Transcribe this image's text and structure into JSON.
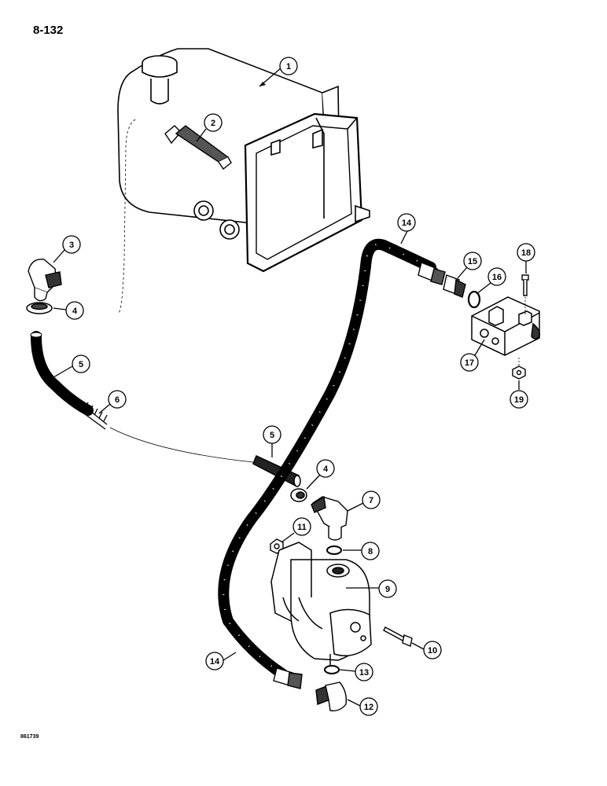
{
  "page": {
    "page_number": "8-132",
    "figure_code": "861739"
  },
  "callouts": [
    {
      "label": "1"
    },
    {
      "label": "2"
    },
    {
      "label": "3"
    },
    {
      "label": "4"
    },
    {
      "label": "5"
    },
    {
      "label": "6"
    },
    {
      "label": "5"
    },
    {
      "label": "4"
    },
    {
      "label": "7"
    },
    {
      "label": "8"
    },
    {
      "label": "11"
    },
    {
      "label": "9"
    },
    {
      "label": "10"
    },
    {
      "label": "14"
    },
    {
      "label": "13"
    },
    {
      "label": "12"
    },
    {
      "label": "14"
    },
    {
      "label": "15"
    },
    {
      "label": "16"
    },
    {
      "label": "18"
    },
    {
      "label": "17"
    },
    {
      "label": "19"
    }
  ]
}
